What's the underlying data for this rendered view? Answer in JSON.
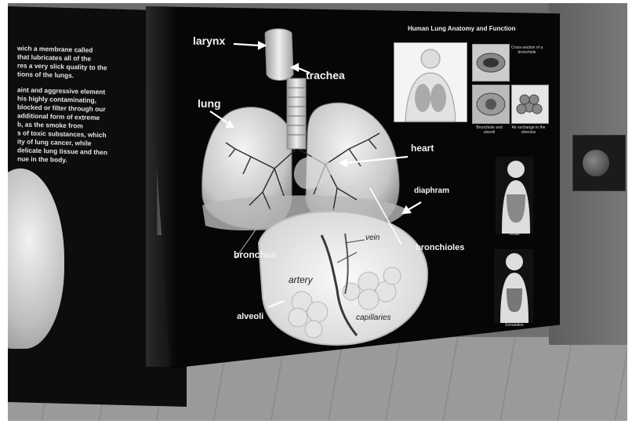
{
  "panel": {
    "title": "Human Lung Anatomy and Function",
    "labels": {
      "larynx": "larynx",
      "trachea": "trachea",
      "lung": "lung",
      "heart": "heart",
      "diaphragm": "diaphram",
      "bronchus": "bronchus",
      "bronchioles": "bronchioles",
      "vein": "vein",
      "artery": "artery",
      "alveoli": "alveoli",
      "capillaries": "capillaries"
    },
    "thumb_captions": {
      "bronchiole": "Cross-section of a bronchiole",
      "alveoli_sac": "Bronchiole and alveoli",
      "alveolar": "Air exchange in the alveolus",
      "inhale": "Inhale",
      "exhale": "Exhalation"
    }
  },
  "side_panel": {
    "lines": [
      "wich a membrane called",
      "that lubricates all of the",
      "res a very slick quality to the",
      "tions of the lungs.",
      "",
      "aint and aggressive element",
      "his highly contaminating,",
      "blocked or filter through our",
      "additional form of extreme",
      "b, as the smoke from",
      "s of toxic substances, which",
      "ity of lung cancer, while",
      "delicate lung tissue and then",
      "nue in the body."
    ]
  },
  "colors": {
    "panel_bg": "#060606",
    "diagram_light": "#e8e8e8",
    "diagram_shade": "#9a9a9a",
    "floor": "#999999"
  }
}
